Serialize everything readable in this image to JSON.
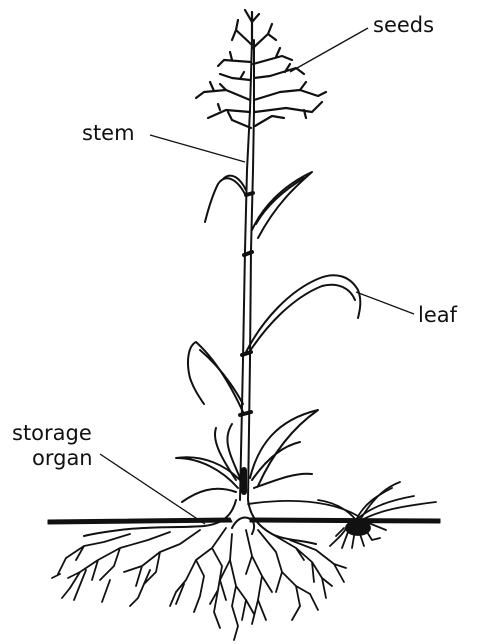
{
  "labels": {
    "seeds": "seeds",
    "stem": "stem",
    "leaf": "leaf",
    "storage_line1": "storage",
    "storage_line2": "organ"
  },
  "colors": {
    "ink": "#111111",
    "background": "#ffffff"
  }
}
